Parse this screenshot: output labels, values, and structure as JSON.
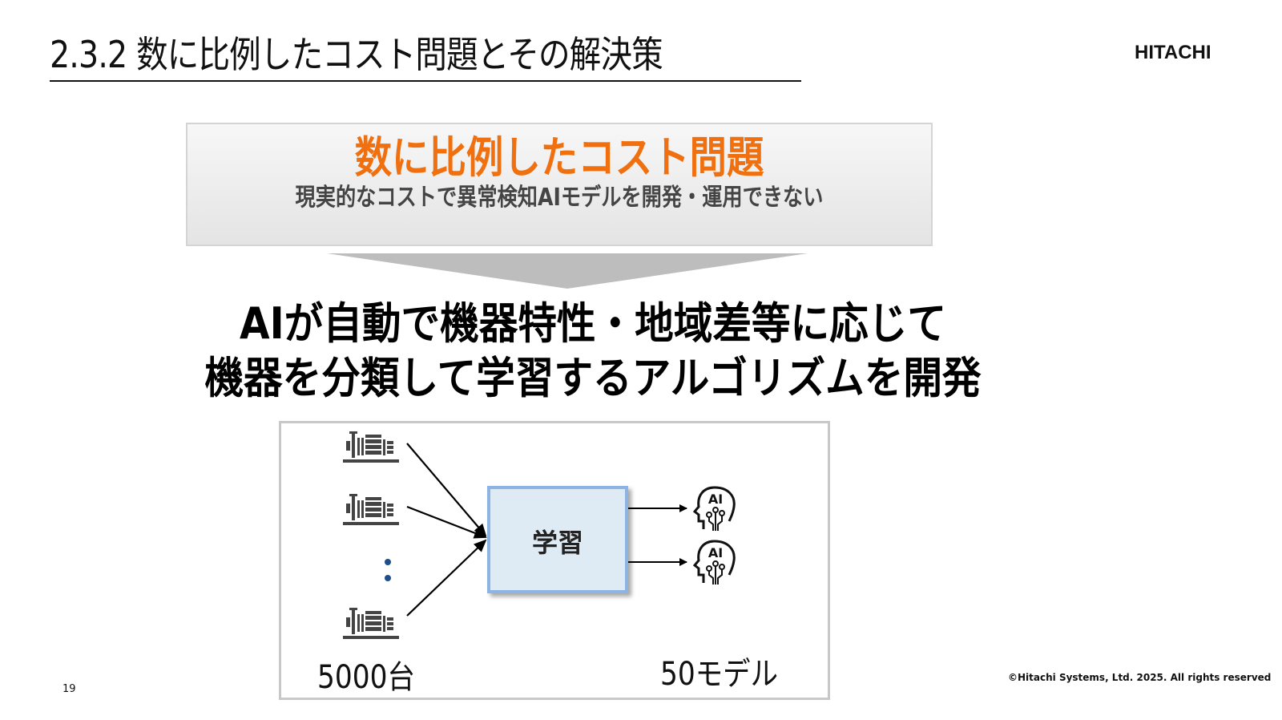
{
  "slide": {
    "title": "2.3.2 数に比例したコスト問題とその解決策",
    "logo": "HITACHI",
    "page_number": "19",
    "copyright": "©Hitachi Systems, Ltd. 2025. All rights reserved"
  },
  "problem": {
    "heading": "数に比例したコスト問題",
    "description": "現実的なコストで異常検知AIモデルを開発・運用できない",
    "heading_color": "#f07010"
  },
  "solution": {
    "line1": "AIが自動で機器特性・地域差等に応じて",
    "line2": "機器を分類して学習するアルゴリズムを開発"
  },
  "diagram": {
    "inputs": [
      {
        "icon": "pump-icon"
      },
      {
        "icon": "pump-icon"
      },
      {
        "icon": "ellipsis-dots"
      },
      {
        "icon": "pump-icon"
      }
    ],
    "process_label": "学習",
    "outputs": [
      {
        "icon": "ai-head-icon",
        "text": "AI"
      },
      {
        "icon": "ai-head-icon",
        "text": "AI"
      }
    ],
    "input_count_label": "5000台",
    "output_count_label": "50モデル"
  }
}
